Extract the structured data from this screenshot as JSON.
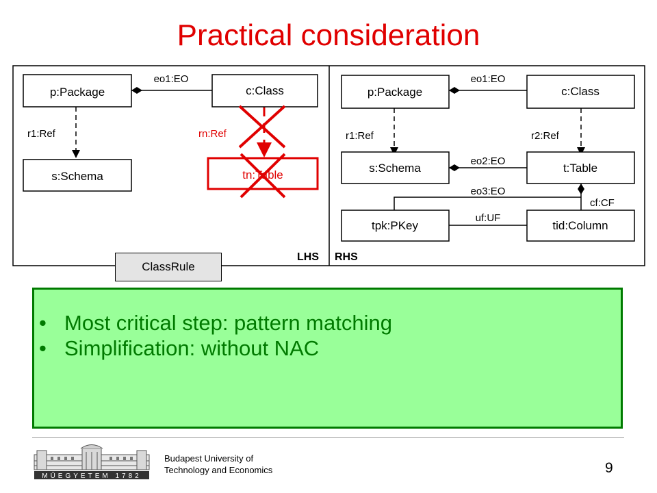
{
  "slide": {
    "title": "Practical consideration",
    "page_number": "9"
  },
  "lhs": {
    "tag": "LHS",
    "nodes": {
      "package": "p:Package",
      "class": "c:Class",
      "schema": "s:Schema",
      "table": "tn:Table"
    },
    "edges": {
      "eo1": "eo1:EO",
      "r1": "r1:Ref",
      "rn": "rn:Ref"
    }
  },
  "rhs": {
    "tag": "RHS",
    "nodes": {
      "package": "p:Package",
      "class": "c:Class",
      "schema": "s:Schema",
      "table": "t:Table",
      "pkey": "tpk:PKey",
      "column": "tid:Column"
    },
    "edges": {
      "eo1": "eo1:EO",
      "r1": "r1:Ref",
      "r2": "r2:Ref",
      "eo2": "eo2:EO",
      "eo3": "eo3:EO",
      "cf": "cf:CF",
      "uf": "uf:UF"
    }
  },
  "rule_name": "ClassRule",
  "bullets": [
    "Most critical step: pattern matching",
    "Simplification: without NAC"
  ],
  "footer": {
    "institution_line1": "Budapest University of",
    "institution_line2": "Technology and Economics",
    "logo_text": "MŰEGYETEM 1782"
  },
  "colors": {
    "title": "#e00000",
    "nac": "#e00000",
    "bullet_text": "#007a00",
    "bullet_fill": "#99ff99"
  }
}
